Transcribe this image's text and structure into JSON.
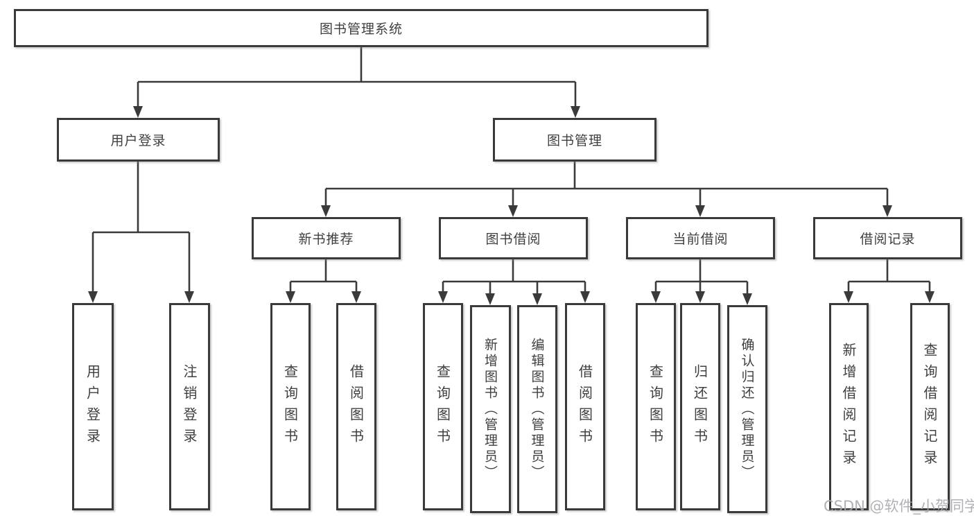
{
  "colors": {
    "line": "#3a3a3a",
    "text": "#3f3f3f",
    "watermark": "#a8a8b0",
    "background": "#ffffff"
  },
  "watermark": {
    "text": "CSDN @软件_小贺同学"
  },
  "diagram": {
    "root": {
      "label": "图书管理系统"
    },
    "branches": [
      {
        "label": "用户登录",
        "children": [
          {
            "label": "用户登录"
          },
          {
            "label": "注销登录"
          }
        ]
      },
      {
        "label": "图书管理",
        "children": [
          {
            "label": "新书推荐",
            "children": [
              {
                "label": "查询图书"
              },
              {
                "label": "借阅图书"
              }
            ]
          },
          {
            "label": "图书借阅",
            "children": [
              {
                "label": "查询图书"
              },
              {
                "label": "新增图书（管理员）"
              },
              {
                "label": "编辑图书（管理员）"
              },
              {
                "label": "借阅图书"
              }
            ]
          },
          {
            "label": "当前借阅",
            "children": [
              {
                "label": "查询图书"
              },
              {
                "label": "归还图书"
              },
              {
                "label": "确认归还（管理员）"
              }
            ]
          },
          {
            "label": "借阅记录",
            "children": [
              {
                "label": "新增借阅记录"
              },
              {
                "label": "查询借阅记录"
              }
            ]
          }
        ]
      }
    ]
  }
}
